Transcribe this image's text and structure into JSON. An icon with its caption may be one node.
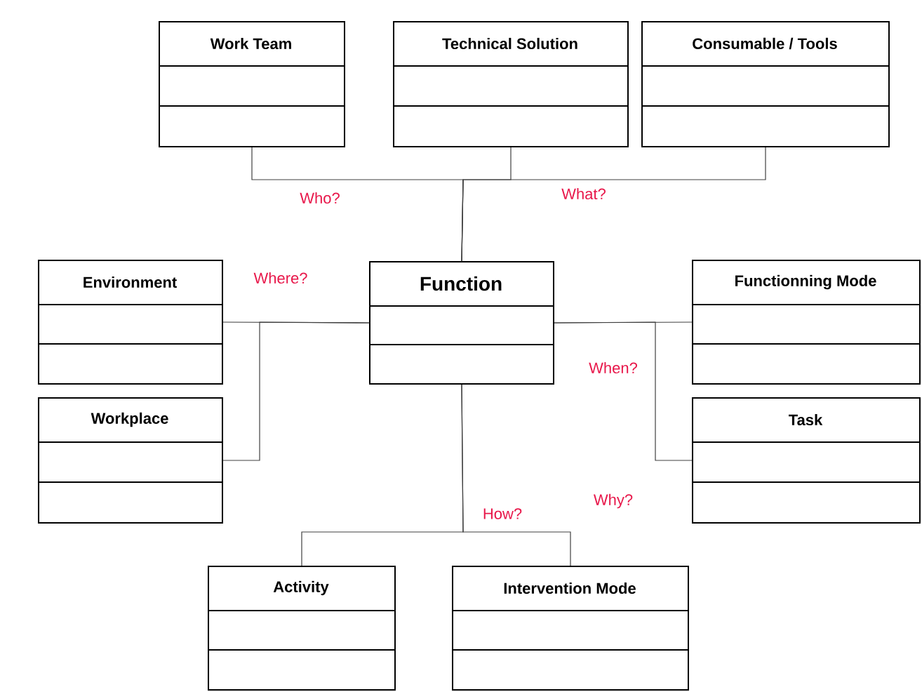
{
  "diagram": {
    "nodes": [
      {
        "text": [
          "Work Team"
        ]
      },
      {
        "text": [
          "Technical Solution"
        ]
      },
      {
        "text": [
          "Consumable / Tools"
        ]
      },
      {
        "text": [
          "Environment"
        ]
      },
      {
        "text": [
          "Function"
        ]
      },
      {
        "text": [
          "Functionning Mode"
        ]
      },
      {
        "text": [
          "Workplace"
        ]
      },
      {
        "text": [
          "Task"
        ]
      },
      {
        "text": [
          "Activity"
        ]
      },
      {
        "text": [
          "Intervention Mode"
        ]
      }
    ],
    "edges": [
      {
        "from": 4,
        "to": 0,
        "arrow": "none"
      },
      {
        "from": 4,
        "to": 1,
        "arrow": "none"
      },
      {
        "from": 4,
        "to": 2,
        "arrow": "none"
      },
      {
        "from": 4,
        "to": 3,
        "arrow": "none"
      },
      {
        "from": 4,
        "to": 6,
        "arrow": "none"
      },
      {
        "from": 4,
        "to": 5,
        "arrow": "none"
      },
      {
        "from": 4,
        "to": 7,
        "arrow": "none"
      },
      {
        "from": 4,
        "to": 8,
        "arrow": "none"
      },
      {
        "from": 4,
        "to": 9,
        "arrow": "none"
      }
    ],
    "labels": [
      "Who?",
      "What?",
      "Where?",
      "When?",
      "How?",
      "Why?"
    ]
  }
}
